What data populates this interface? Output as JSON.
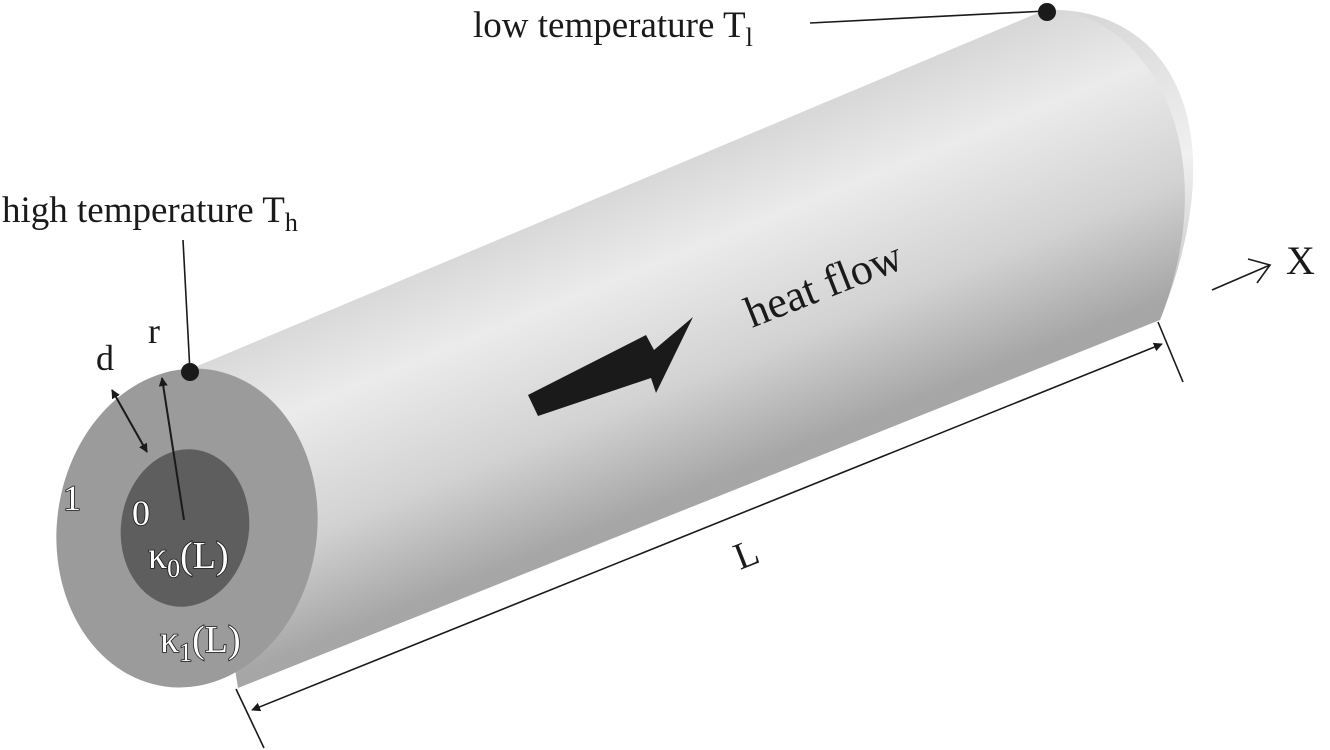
{
  "labels": {
    "low_temp_prefix": "low temperature T",
    "low_temp_sub": "l",
    "high_temp_prefix": "high temperature T",
    "high_temp_sub": "h",
    "heat_flow": "heat flow",
    "axis_x": "X",
    "length": "L",
    "thickness": "d",
    "radius": "r",
    "outer_region": "1",
    "inner_region": "0",
    "kappa0_symbol": "κ",
    "kappa0_sub": "0",
    "kappa0_arg": "(L)",
    "kappa1_symbol": "κ",
    "kappa1_sub": "1",
    "kappa1_arg": "(L)"
  },
  "colors": {
    "outer_face": "#9b9b9b",
    "inner_face": "#5e5e5e",
    "body_light": "#e4e4e4",
    "body_dark": "#a9a9a9",
    "ink": "#1a1a1a"
  }
}
